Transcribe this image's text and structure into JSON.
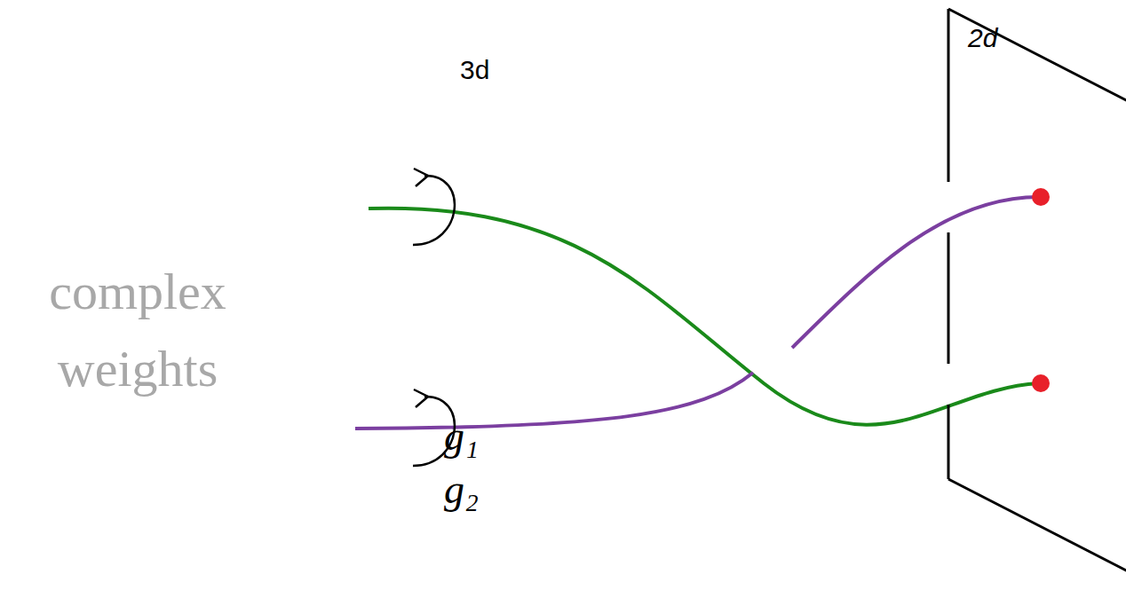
{
  "diagram": {
    "nodes": [
      {
        "text": [
          "2d"
        ]
      }
    ],
    "labels": [
      "3d",
      "complex weights",
      "g₁",
      "g₂"
    ]
  }
}
